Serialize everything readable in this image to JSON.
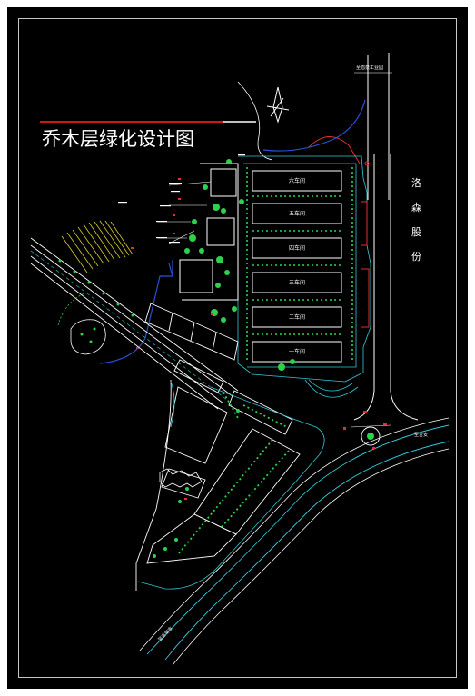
{
  "title": "乔木层绿化设计图",
  "top_label": "至眉泉工业园",
  "side_road_chars": [
    "洛",
    "森",
    "股",
    "份"
  ],
  "road_sign_right": "至吉安",
  "road_sign_bottom": "至吉安市",
  "buildings": [
    "六车间",
    "五车间",
    "四车间",
    "三车间",
    "二车间",
    "一车间"
  ],
  "colors": {
    "background": "#000000",
    "frame": "#c8c8c8",
    "title_rule": "#d01515",
    "linework": "#ffffff",
    "cyan": "#31c9d6",
    "trees": "#2bd24a",
    "water": "#2b4fd8",
    "red_marks": "#e03030",
    "yellow_hatch": "#d8d02a"
  }
}
